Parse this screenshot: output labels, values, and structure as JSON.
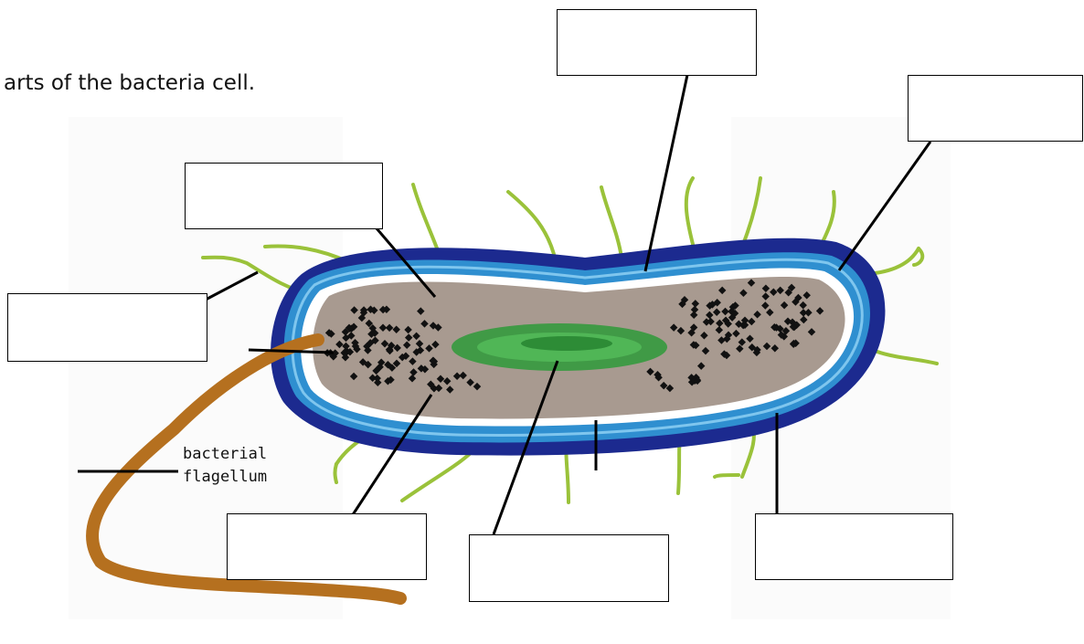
{
  "instruction": "arts of the bacteria cell.",
  "diagram": {
    "flagellum_label_line1": "bacterial",
    "flagellum_label_line2": "flagellum",
    "colors": {
      "outer_layer": "#1c2a8f",
      "middle_layer": "#2f8fd0",
      "inner_line": "#7fc6ee",
      "cytoplasm": "#a89a90",
      "nucleoid": "#2e9a3a",
      "pili": "#9ac23a",
      "flagellum": "#b5701f",
      "ribosomes": "#111111"
    }
  },
  "label_boxes": [
    "",
    "",
    "",
    "",
    "",
    "",
    "",
    ""
  ]
}
